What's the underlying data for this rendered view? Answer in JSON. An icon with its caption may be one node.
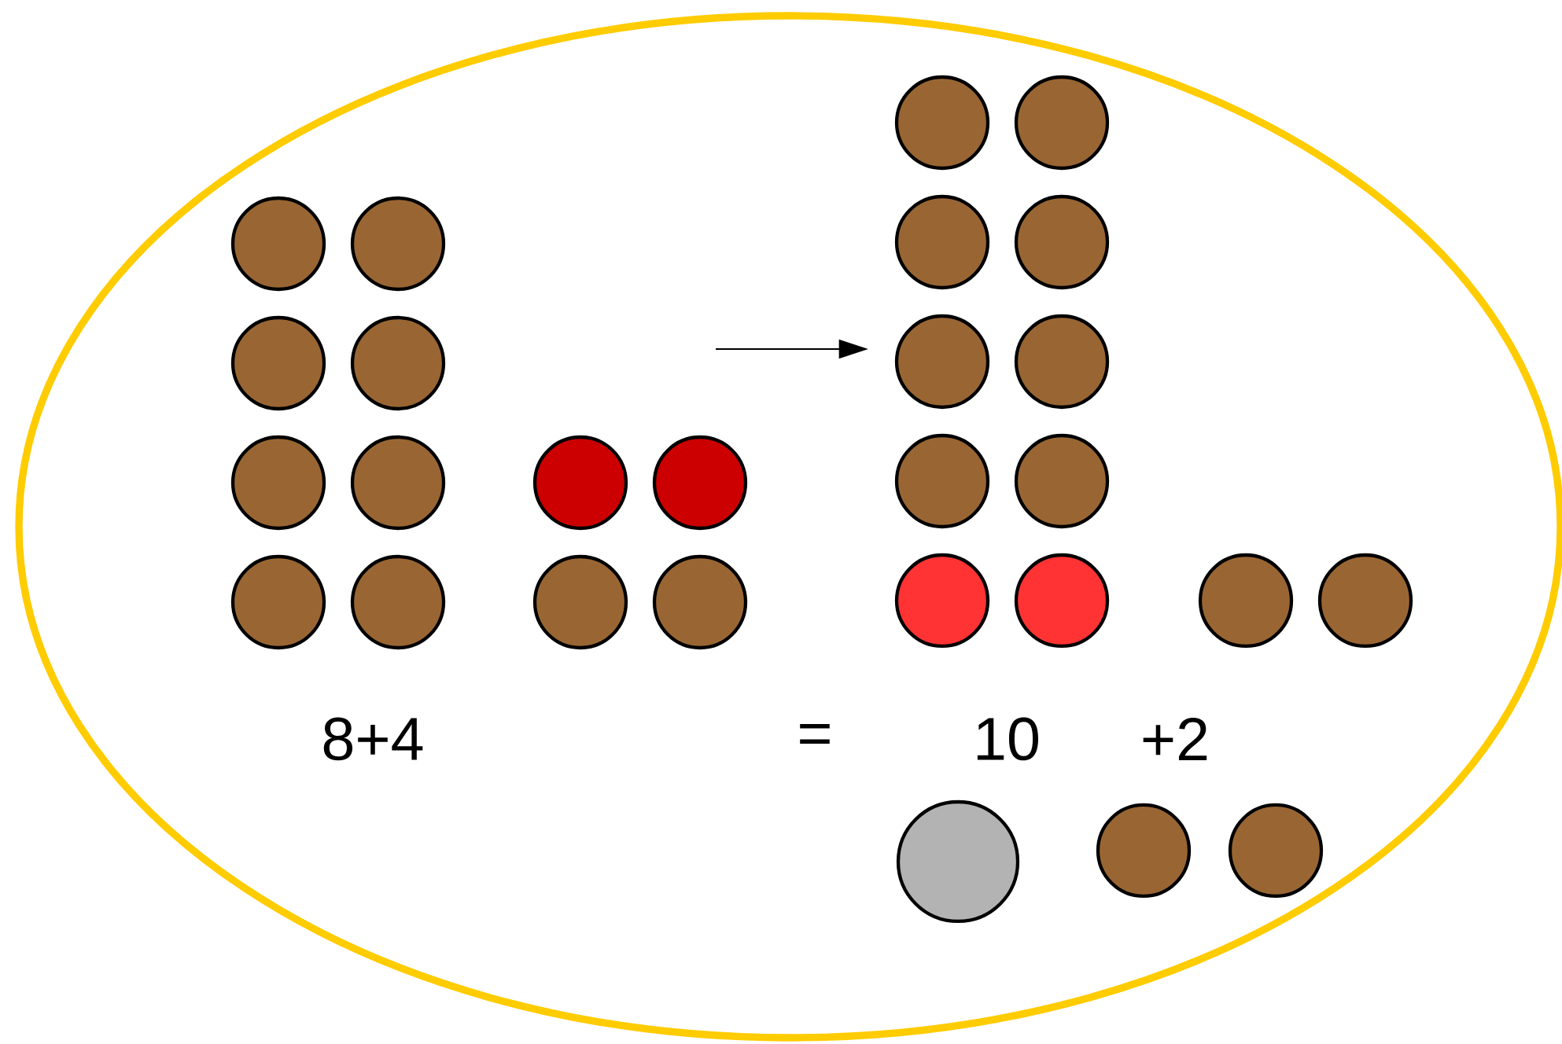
{
  "diagram": {
    "labels": [
      "8+4",
      "=",
      "10",
      "+2"
    ]
  }
}
